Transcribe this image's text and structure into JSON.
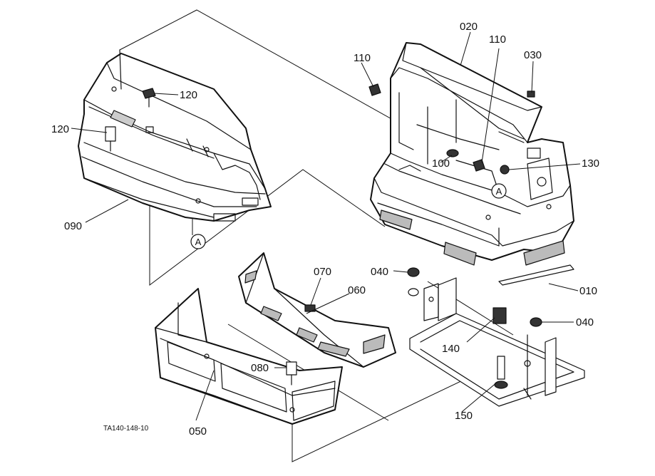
{
  "labels": {
    "p010": "010",
    "p020": "020",
    "p030": "030",
    "p040a": "040",
    "p040b": "040",
    "p050": "050",
    "p060": "060",
    "p070": "070",
    "p080": "080",
    "p090": "090",
    "p100": "100",
    "p110a": "110",
    "p110b": "110",
    "p120a": "120",
    "p120b": "120",
    "p130": "130",
    "p140": "140",
    "p150": "150"
  },
  "markers": {
    "left_a": "A",
    "right_a": "A"
  },
  "reference_code": "TA140-148-10"
}
